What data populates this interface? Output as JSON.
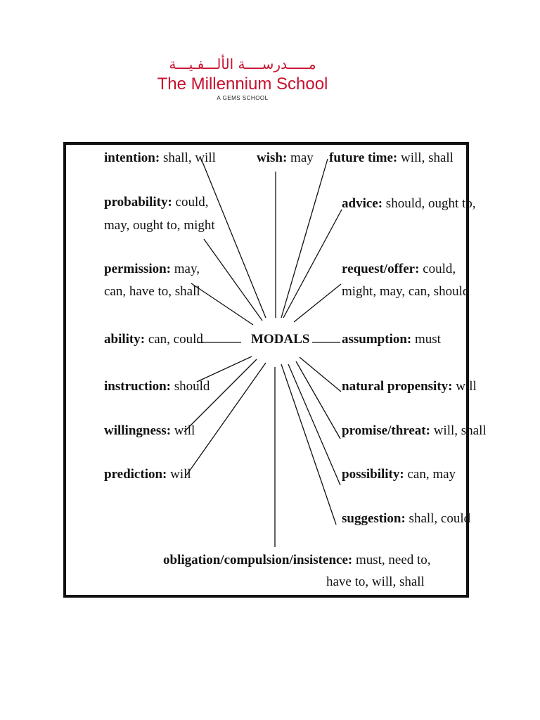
{
  "header": {
    "arabic_name": "مـــــدرســــة الألـــفـيـــة",
    "school_name": "The Millennium School",
    "tagline": "A GEMS SCHOOL",
    "brand_color": "#c8102e"
  },
  "diagram": {
    "center": "MODALS",
    "nodes": {
      "intention": {
        "term": "intention:",
        "line1": " shall, will",
        "line2": ""
      },
      "wish": {
        "term": "wish:",
        "line1": " may",
        "line2": ""
      },
      "future_time": {
        "term": "future time:",
        "line1": " will, shall",
        "line2": ""
      },
      "probability": {
        "term": "probability:",
        "line1": " could,",
        "line2": "may, ought to, might"
      },
      "advice": {
        "term": "advice:",
        "line1": " should, ought to,",
        "line2": ""
      },
      "permission": {
        "term": "permission:",
        "line1": " may,",
        "line2": "can, have to, shall"
      },
      "request_offer": {
        "term": "request/offer:",
        "line1": " could,",
        "line2": "might, may, can, should"
      },
      "ability": {
        "term": "ability:",
        "line1": " can, could",
        "line2": ""
      },
      "assumption": {
        "term": "assumption:",
        "line1": " must",
        "line2": ""
      },
      "instruction": {
        "term": "instruction:",
        "line1": " should",
        "line2": ""
      },
      "natural_propensity": {
        "term": "natural propensity:",
        "line1": " will",
        "line2": ""
      },
      "willingness": {
        "term": "willingness:",
        "line1": " will",
        "line2": ""
      },
      "promise_threat": {
        "term": "promise/threat:",
        "line1": " will, shall",
        "line2": ""
      },
      "prediction": {
        "term": "prediction:",
        "line1": " will",
        "line2": ""
      },
      "possibility": {
        "term": "possibility:",
        "line1": " can, may",
        "line2": ""
      },
      "suggestion": {
        "term": "suggestion:",
        "line1": " shall, could",
        "line2": ""
      },
      "obligation": {
        "term": "obligation/compulsion/insistence:",
        "line1": " must, need to,",
        "line2": "have to, will, shall"
      }
    }
  }
}
